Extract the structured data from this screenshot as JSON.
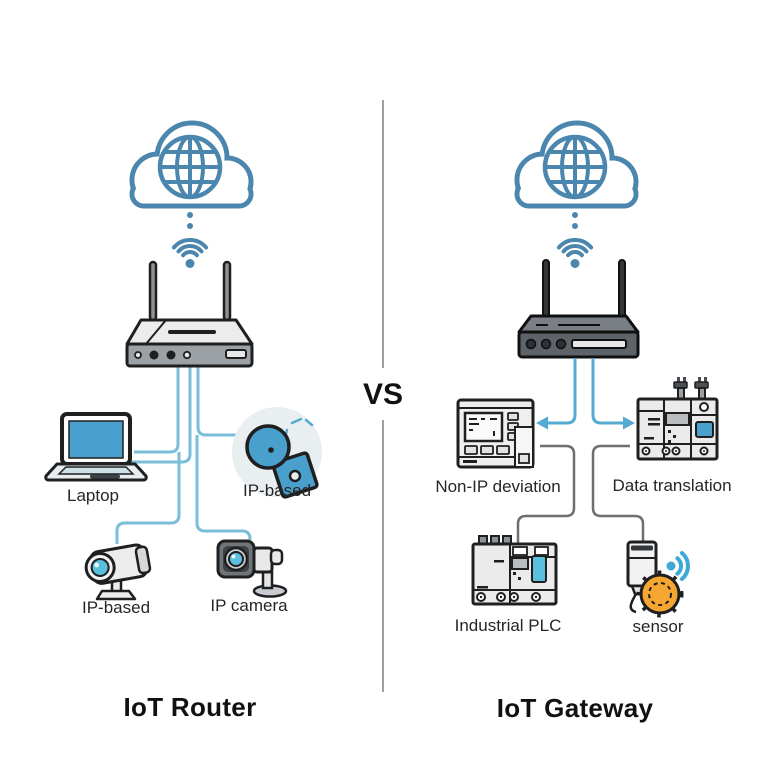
{
  "diagram": {
    "vs_label": "VS",
    "left": {
      "title": "IoT Router",
      "labels": {
        "laptop": "Laptop",
        "ip_media": "IP-based",
        "cctv": "IP-based",
        "ip_camera": "IP camera"
      }
    },
    "right": {
      "title": "IoT Gateway",
      "labels": {
        "control_panel": "Non-IP deviation",
        "data_translation": "Data translation",
        "industrial_plc": "Industrial PLC",
        "sensor": "sensor"
      }
    }
  },
  "icons": {
    "left": [
      "internet-cloud-icon",
      "wifi-icon",
      "router-icon",
      "laptop-icon",
      "ip-media-icon",
      "cctv-camera-icon",
      "ip-camera-icon"
    ],
    "right": [
      "internet-cloud-icon",
      "wifi-icon",
      "gateway-icon",
      "control-panel-icon",
      "protocol-translator-icon",
      "industrial-plc-icon",
      "wireless-sensor-icon"
    ]
  },
  "colors": {
    "cloud_blue": "#4a86ad",
    "line_blue": "#7abed9",
    "arrow_blue": "#55aad2",
    "line_gray": "#6f6f6f",
    "divider_gray": "#9aa0a6",
    "screen_blue": "#4aa0cc",
    "lens_blue": "#5bc0dd",
    "sensor_orange": "#f5a731",
    "wifi_blue": "#3ea8d8",
    "text_dark": "#262626"
  }
}
